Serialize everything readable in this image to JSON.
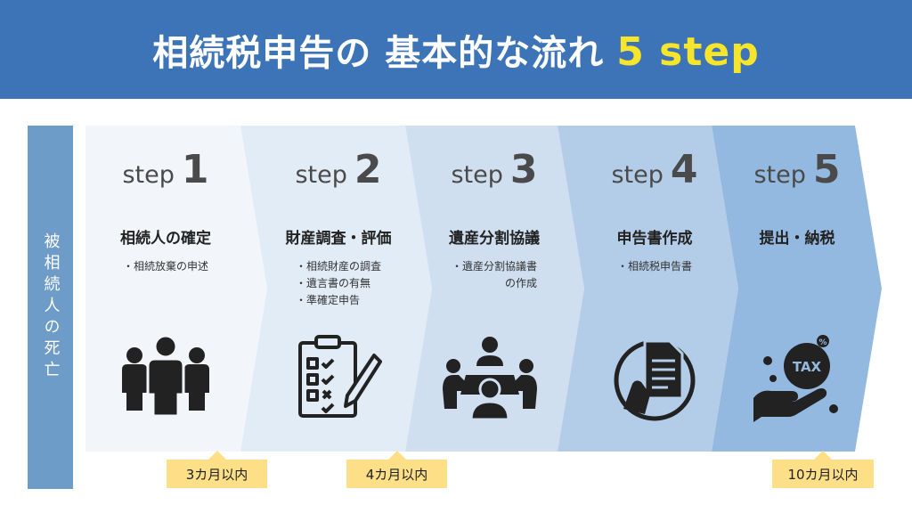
{
  "banner": {
    "title_main": "相続税申告の 基本的な流れ",
    "title_accent": "5 step"
  },
  "side": {
    "label": "被相続人の死亡"
  },
  "steps": [
    {
      "word": "step",
      "number": "1",
      "title": "相続人の確定",
      "items": [
        "・相続放棄の申述"
      ],
      "icon": "people-group-icon",
      "color": "#f2f6fb"
    },
    {
      "word": "step",
      "number": "2",
      "title": "財産調査・評価",
      "items": [
        "・相続財産の調査",
        "・遺言書の有無",
        "・準確定申告"
      ],
      "icon": "clipboard-checklist-icon",
      "color": "#e2ecf6"
    },
    {
      "word": "step",
      "number": "3",
      "title": "遺産分割協議",
      "items": [
        "・遺産分割協議書",
        "の作成"
      ],
      "icon": "meeting-table-icon",
      "color": "#cfdff0"
    },
    {
      "word": "step",
      "number": "4",
      "title": "申告書作成",
      "items": [
        "・相続税申告書"
      ],
      "icon": "document-hand-icon",
      "color": "#b3cde8"
    },
    {
      "word": "step",
      "number": "5",
      "title": "提出・納税",
      "items": [],
      "icon": "tax-payment-icon",
      "color": "#94b9e0"
    }
  ],
  "deadlines": [
    {
      "label": "3カ月以内"
    },
    {
      "label": "4カ月以内"
    },
    {
      "label": "10カ月以内"
    }
  ],
  "colors": {
    "banner": "#3d74b8",
    "accent": "#f6e52a",
    "side": "#6e9cc9",
    "deadline": "#fcdf86"
  }
}
